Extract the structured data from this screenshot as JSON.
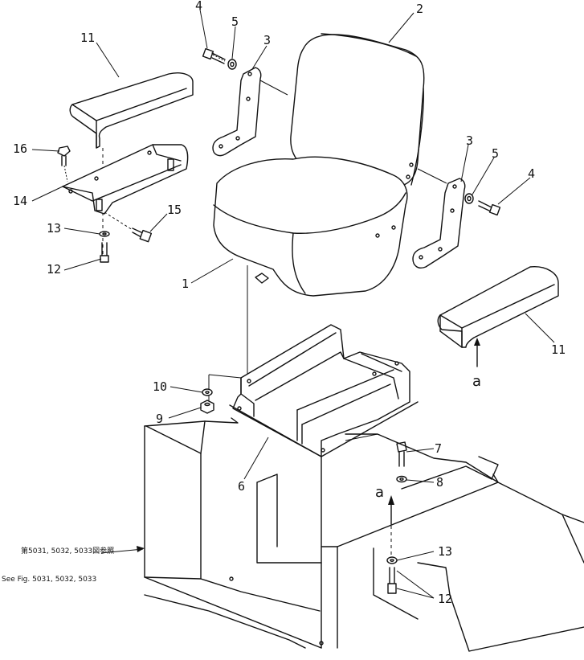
{
  "callouts": {
    "c1": "1",
    "c2": "2",
    "c3a": "3",
    "c3b": "3",
    "c4a": "4",
    "c4b": "4",
    "c5a": "5",
    "c5b": "5",
    "c6": "6",
    "c7": "7",
    "c8": "8",
    "c9": "9",
    "c10": "10",
    "c11a": "11",
    "c11b": "11",
    "c12a": "12",
    "c12b": "12",
    "c13a": "13",
    "c13b": "13",
    "c14": "14",
    "c15": "15",
    "c16": "16"
  },
  "view_arrows": {
    "a_upper": "a",
    "a_lower": "a"
  },
  "reference_note": {
    "line1": "第5031, 5032, 5033図参照",
    "line2": "See Fig.  5031,  5032,  5033"
  }
}
